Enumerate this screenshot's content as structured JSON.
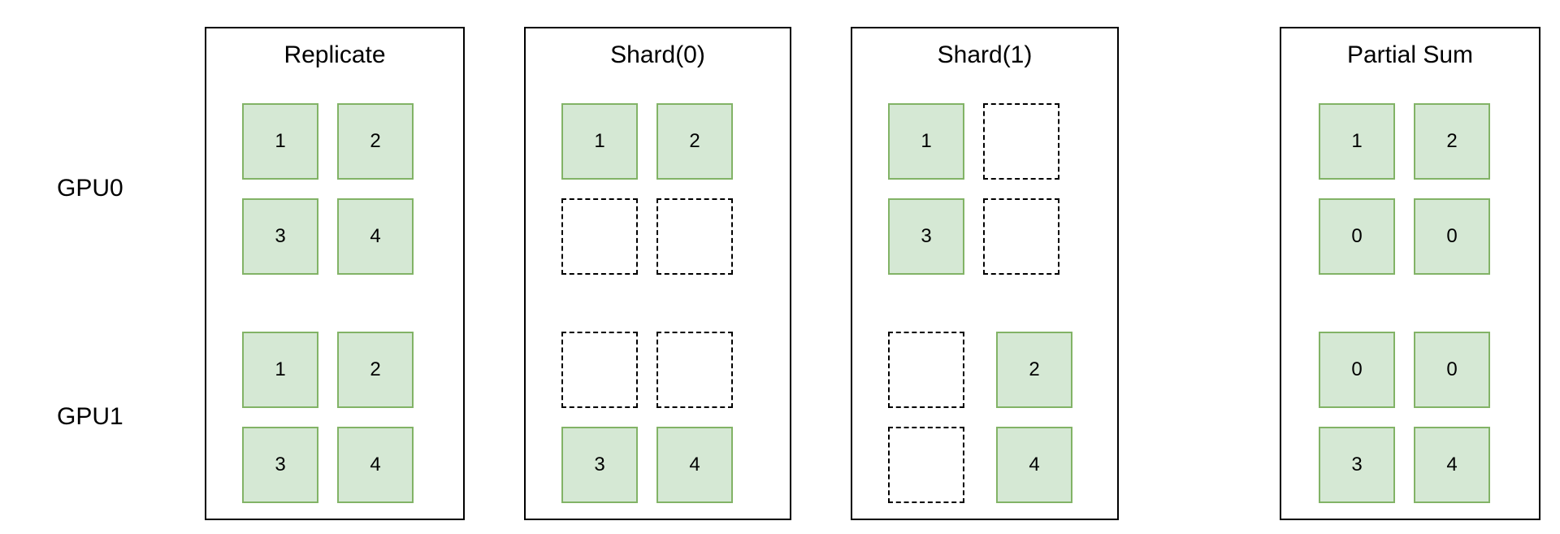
{
  "row_labels": {
    "gpu0": "GPU0",
    "gpu1": "GPU1"
  },
  "colors": {
    "cell_fill": "#d5e8d4",
    "cell_border": "#82b366",
    "panel_border": "#000000"
  },
  "panels": [
    {
      "title": "Replicate",
      "gpu0": [
        "1",
        "2",
        "3",
        "4"
      ],
      "gpu1": [
        "1",
        "2",
        "3",
        "4"
      ]
    },
    {
      "title": "Shard(0)",
      "gpu0": [
        "1",
        "2",
        null,
        null
      ],
      "gpu1": [
        null,
        null,
        "3",
        "4"
      ]
    },
    {
      "title": "Shard(1)",
      "gpu0": [
        "1",
        null,
        "3",
        null
      ],
      "gpu1": [
        null,
        "2",
        null,
        "4"
      ]
    },
    {
      "title": "Partial Sum",
      "gpu0": [
        "1",
        "2",
        "0",
        "0"
      ],
      "gpu1": [
        "0",
        "0",
        "3",
        "4"
      ]
    }
  ]
}
